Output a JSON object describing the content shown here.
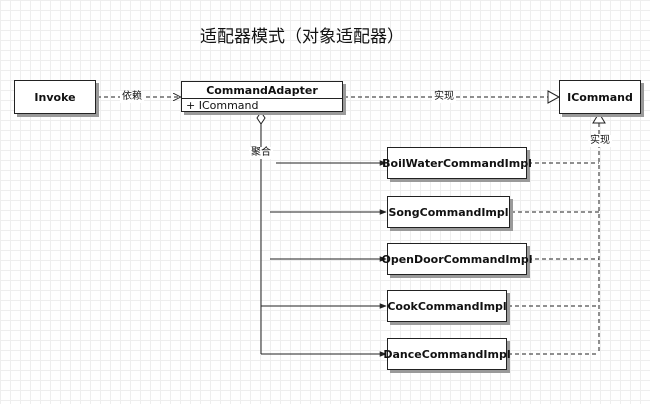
{
  "title": "适配器模式（对象适配器）",
  "classes": {
    "invoke": "Invoke",
    "adapter": {
      "name": "CommandAdapter",
      "attribute": "+ ICommand"
    },
    "icommand": "ICommand",
    "impls": [
      "BoilWaterCommandImpl",
      "SongCommandImpl",
      "OpenDoorCommandImpl",
      "CookCommandImpl",
      "DanceCommandImpl"
    ]
  },
  "relations": {
    "depends": "依赖",
    "realize_top": "实现",
    "aggregation": "聚合",
    "realize_right": "实现"
  }
}
